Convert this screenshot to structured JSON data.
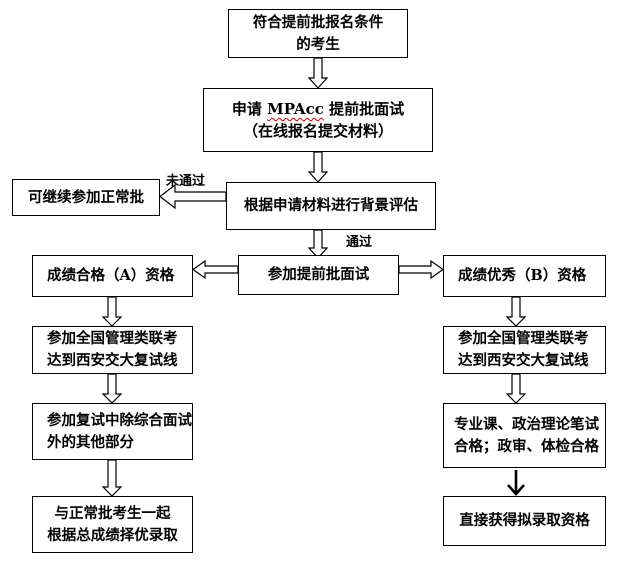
{
  "steps": {
    "eligible": {
      "line1": "符合提前批报名条件",
      "line2": "的考生"
    },
    "apply": {
      "pre": "申请 ",
      "acronym": "MPAcc",
      "post": " 提前批面试",
      "line2": "（在线报名提交材料）"
    },
    "background": "根据申请材料进行背景评估",
    "continue_normal": "可继续参加正常批",
    "interview": "参加提前批面试",
    "grade_a": "成绩合格（A）资格",
    "grade_b": "成绩优秀（B）资格",
    "exam_left": {
      "line1": "参加全国管理类联考",
      "line2": "达到西安交大复试线"
    },
    "exam_right": {
      "line1": "参加全国管理类联考",
      "line2": "达到西安交大复试线"
    },
    "retest_other": {
      "line1": "参加复试中除综合面试",
      "line2": "外的其他部分"
    },
    "written_pass": {
      "line1": "专业课、政治理论笔试",
      "line2": "合格；政审、体检合格"
    },
    "rank_admit": {
      "line1": "与正常批考生一起",
      "line2": "根据总成绩择优录取"
    },
    "direct_admit": "直接获得拟录取资格"
  },
  "labels": {
    "not_passed": "未通过",
    "passed": "通过"
  }
}
